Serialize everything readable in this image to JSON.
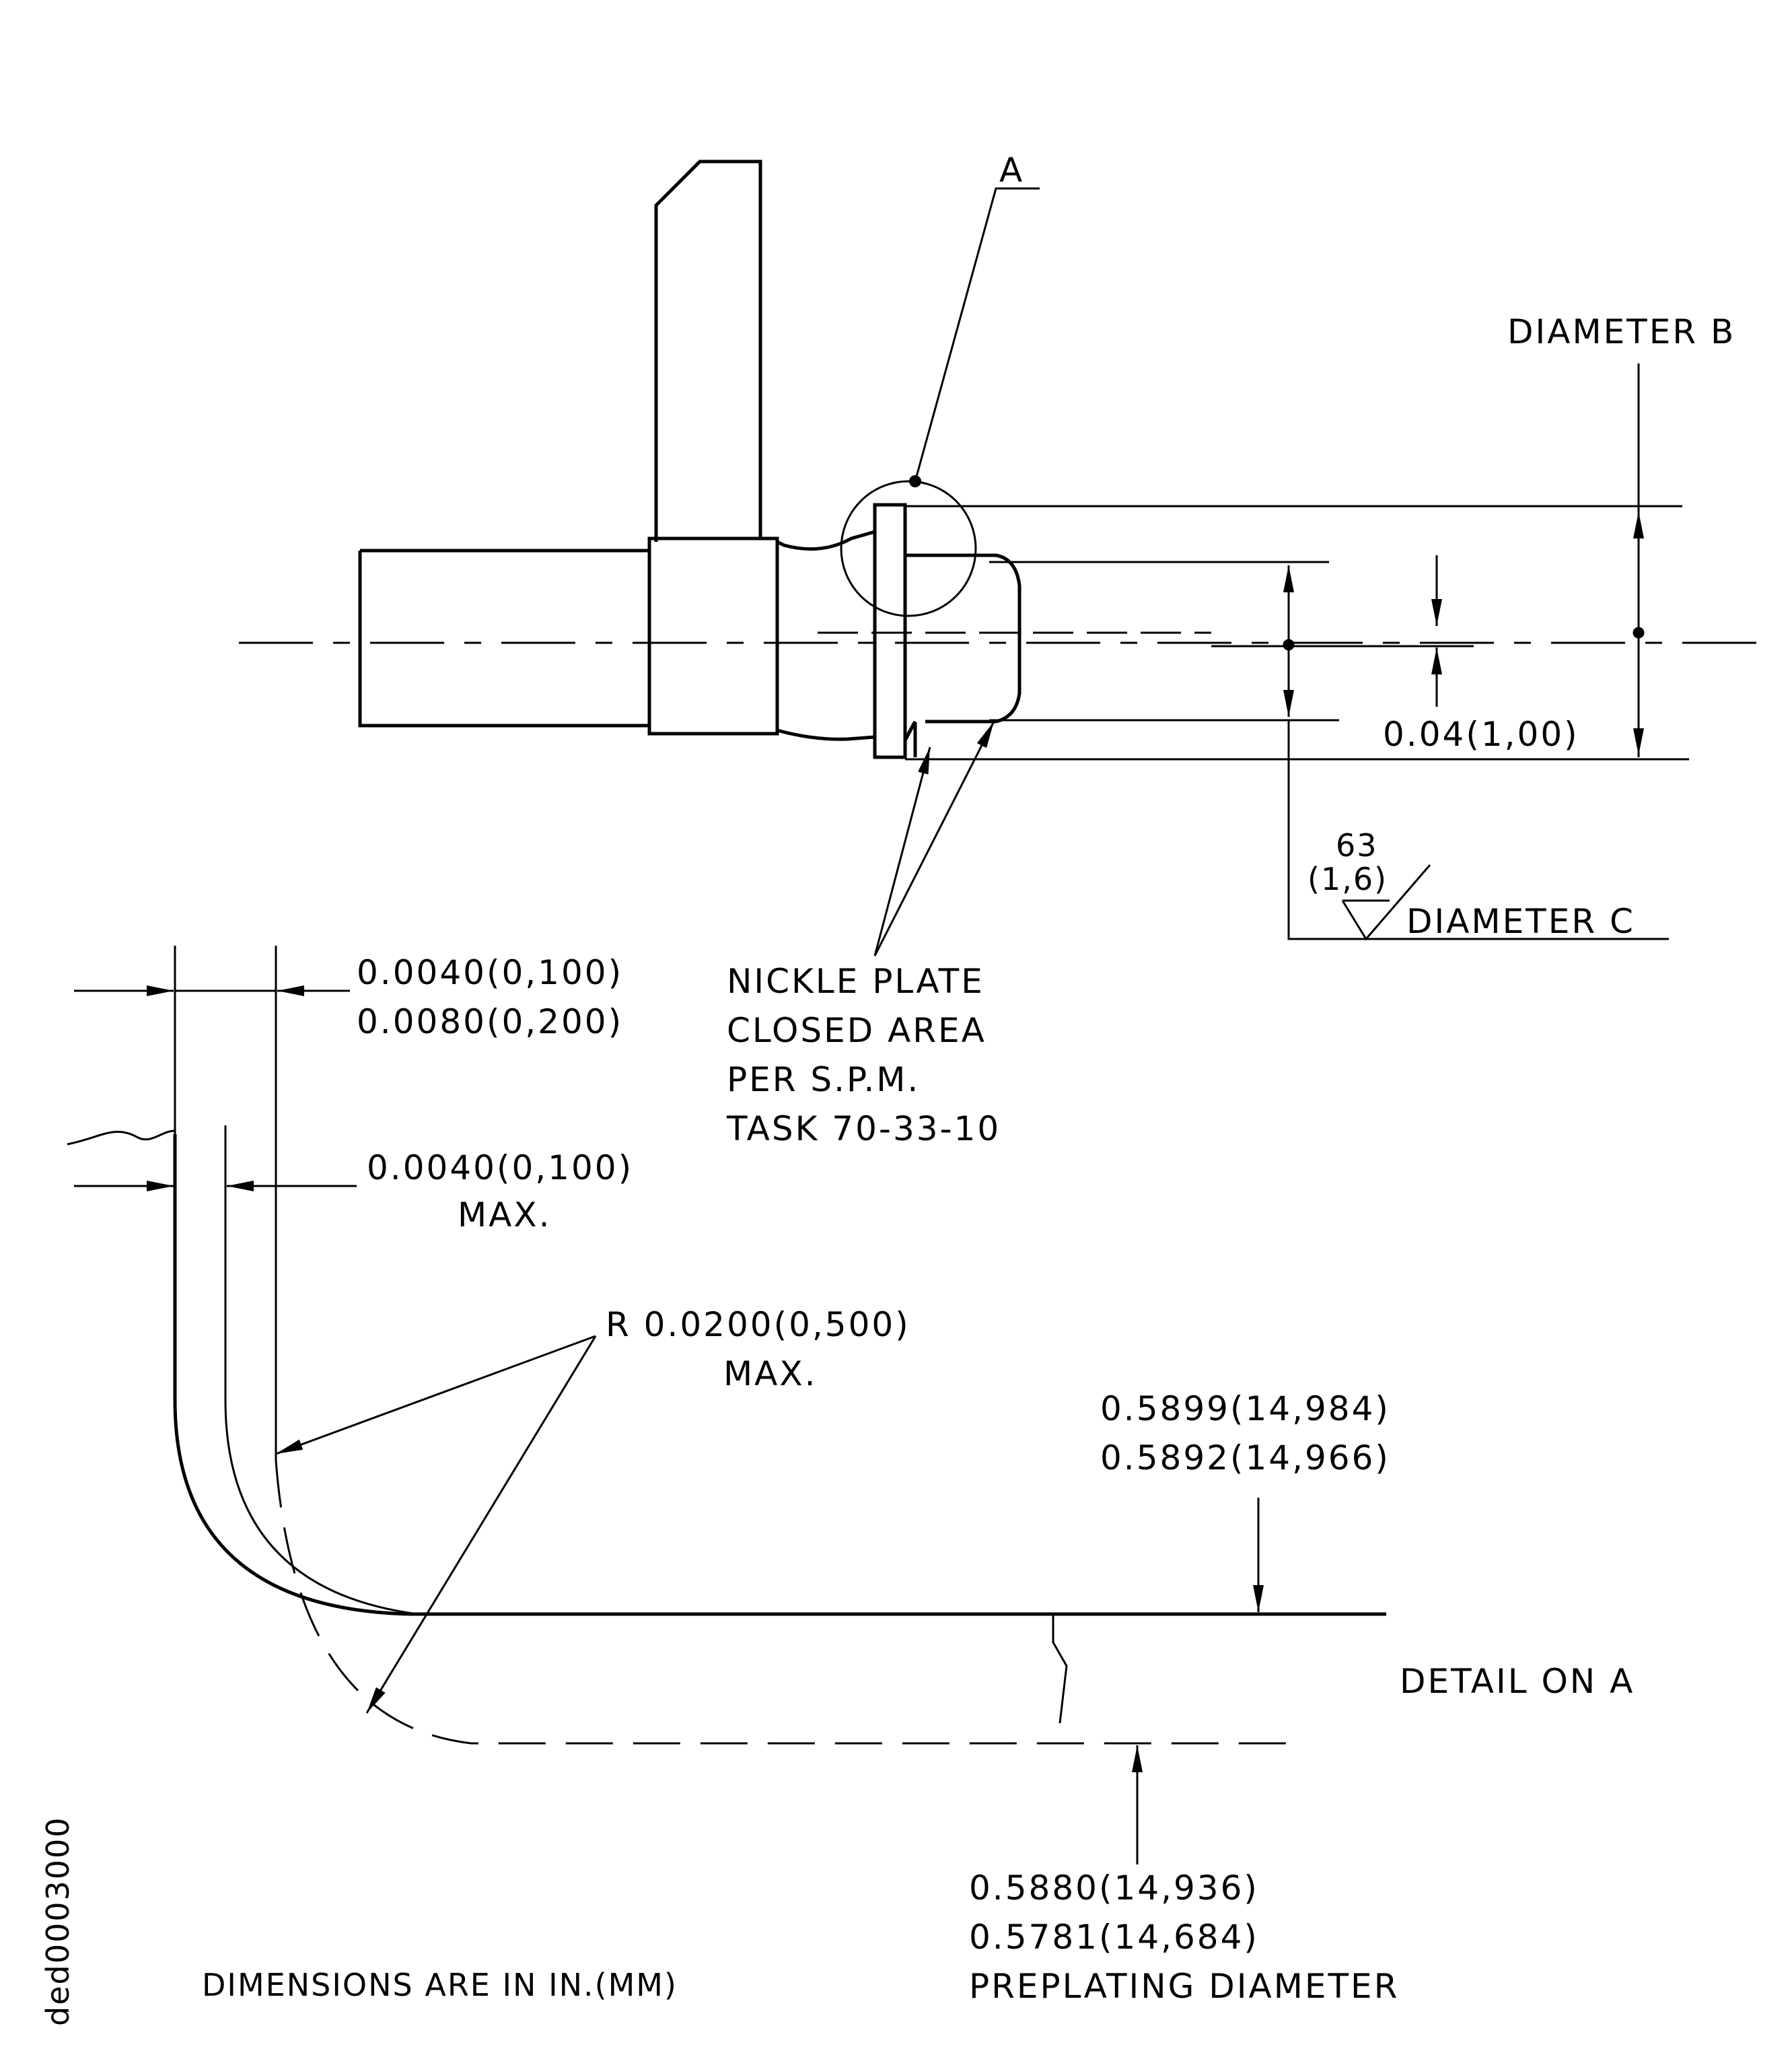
{
  "detail_callout": {
    "label": "A"
  },
  "diameter_b": {
    "label": "DIAMETER B"
  },
  "diameter_c": {
    "label": "DIAMETER C"
  },
  "offset_dim": {
    "value": "0.04(1,00)"
  },
  "surface_finish": {
    "value": "63",
    "metric": "(1,6)"
  },
  "nickel_note": {
    "line1": "NICKLE PLATE",
    "line2": "CLOSED AREA",
    "line3": "PER S.P.M.",
    "line4": "TASK 70-33-10"
  },
  "plate_thickness": {
    "min": "0.0040(0,100)",
    "max": "0.0080(0,200)"
  },
  "fillet_step": {
    "value": "0.0040(0,100)",
    "qualifier": "MAX."
  },
  "radius_note": {
    "value": "R 0.0200(0,500)",
    "qualifier": "MAX."
  },
  "finished_diameter": {
    "max": "0.5899(14,984)",
    "min": "0.5892(14,966)"
  },
  "detail_title": {
    "label": "DETAIL ON A"
  },
  "preplating": {
    "max": "0.5880(14,936)",
    "min": "0.5781(14,684)",
    "label": "PREPLATING DIAMETER"
  },
  "units_note": {
    "text": "DIMENSIONS ARE IN IN.(MM)"
  },
  "figure_id": {
    "text": "ded0003000"
  }
}
